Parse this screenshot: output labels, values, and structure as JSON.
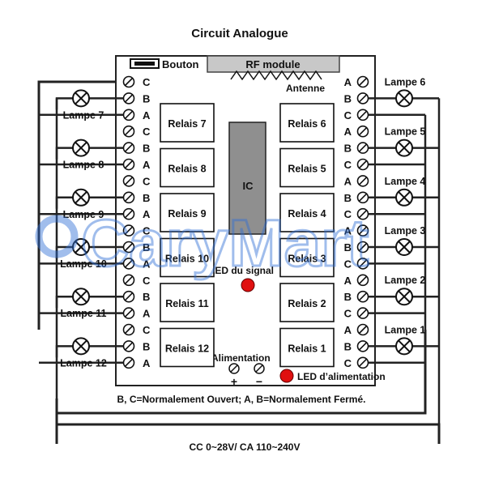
{
  "title": "Circuit Analogue",
  "button_label": "Bouton",
  "rf_module_label": "RF module",
  "antenna_label": "Antenne",
  "ic_label": "IC",
  "signal_led_label": "LED du signal",
  "power_supply_label": "Alimentation",
  "plus_symbol": "+",
  "minus_symbol": "−",
  "power_led_label": "LED d’alimentation",
  "legend_note": "B, C=Normalement Ouvert; A, B=Normalement Fermé.",
  "supply_note": "CC 0~28V/ CA 110~240V",
  "watermark": "CaryMart",
  "left_terminals": [
    "C",
    "B",
    "A",
    "C",
    "B",
    "A",
    "C",
    "B",
    "A",
    "C",
    "B",
    "A",
    "C",
    "B",
    "A",
    "C",
    "B",
    "A"
  ],
  "right_terminals": [
    "A",
    "B",
    "C",
    "A",
    "B",
    "C",
    "A",
    "B",
    "C",
    "A",
    "B",
    "C",
    "A",
    "B",
    "C",
    "A",
    "B",
    "C"
  ],
  "left_relays": [
    "Relais 7",
    "Relais 8",
    "Relais 9",
    "Relais 10",
    "Relais 11",
    "Relais 12"
  ],
  "right_relays": [
    "Relais 6",
    "Relais 5",
    "Relais 4",
    "Relais 3",
    "Relais 2",
    "Relais 1"
  ],
  "left_lamps": [
    "Lampe 7",
    "Lampe 8",
    "Lampe 9",
    "Lampe 10",
    "Lampe 11",
    "Lampe 12"
  ],
  "right_lamps": [
    "Lampe 6",
    "Lampe 5",
    "Lampe 4",
    "Lampe 3",
    "Lampe 2",
    "Lampe 1"
  ],
  "colors": {
    "line": "#222222",
    "led": "#e01010",
    "module": "#c8c8c8",
    "ic": "#8f8f8f",
    "watermark": "#2f6fd6"
  }
}
